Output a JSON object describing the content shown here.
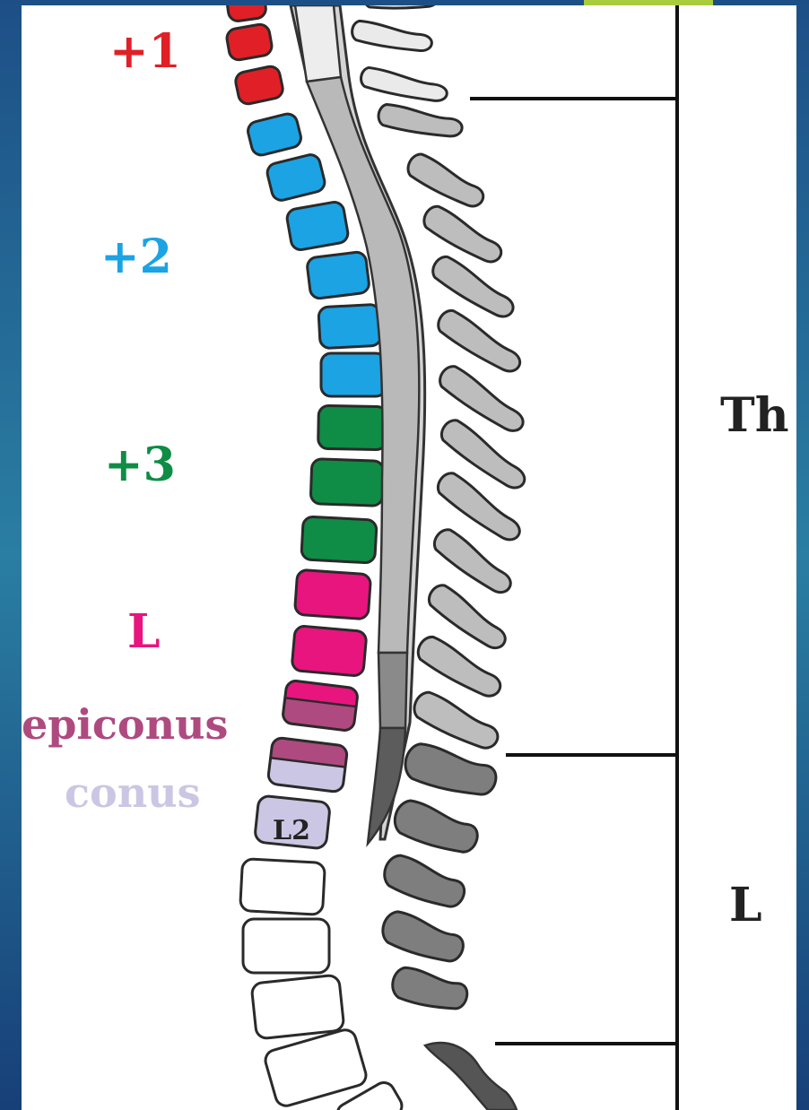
{
  "colors": {
    "accent": "#a8cc3c",
    "red": "#e02026",
    "blue": "#1ba3e4",
    "green": "#0f8c45",
    "magenta": "#e8157f",
    "epiconus": "#ae4a7f",
    "conus": "#cbc6e3",
    "bone_light": "#eaeaea",
    "bone_mid": "#bdbdbd",
    "bone_dark": "#7e7e7e",
    "bone_darker": "#5a5a5a"
  },
  "labels": {
    "plus1": "+1",
    "plus2": "+2",
    "plus3": "+3",
    "L_level": "L",
    "epiconus": "epiconus",
    "conus": "conus",
    "L2": "L2",
    "thoracic": "Th",
    "lumbar": "L"
  }
}
